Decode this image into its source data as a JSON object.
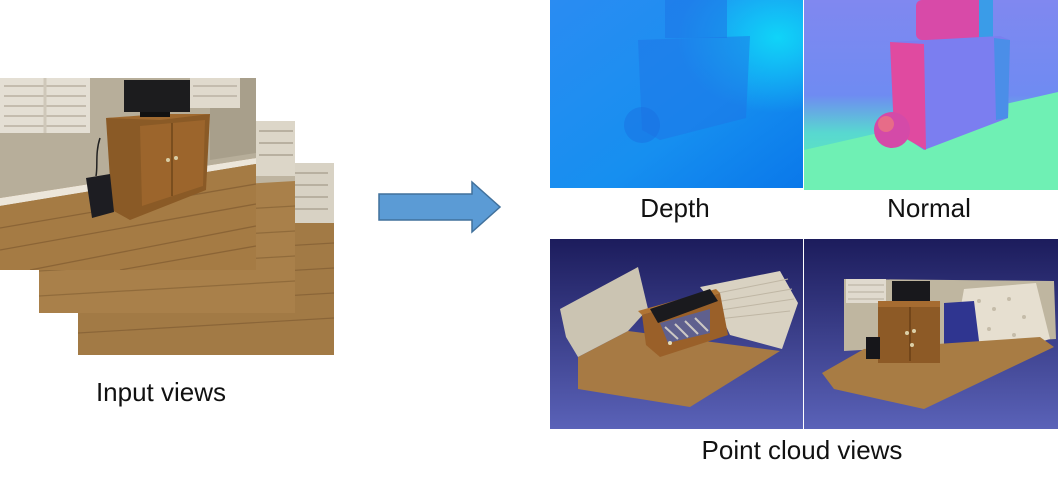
{
  "captions": {
    "input_views": "Input views",
    "depth": "Depth",
    "normal": "Normal",
    "point_cloud_views": "Point cloud views"
  },
  "icons": {
    "arrow": "right-arrow-icon"
  },
  "colors": {
    "arrow_fill": "#5B9BD5",
    "arrow_stroke": "#41719C",
    "depth_blue": "#1f8ff0",
    "pointcloud_bg": "#3b3f8a"
  }
}
